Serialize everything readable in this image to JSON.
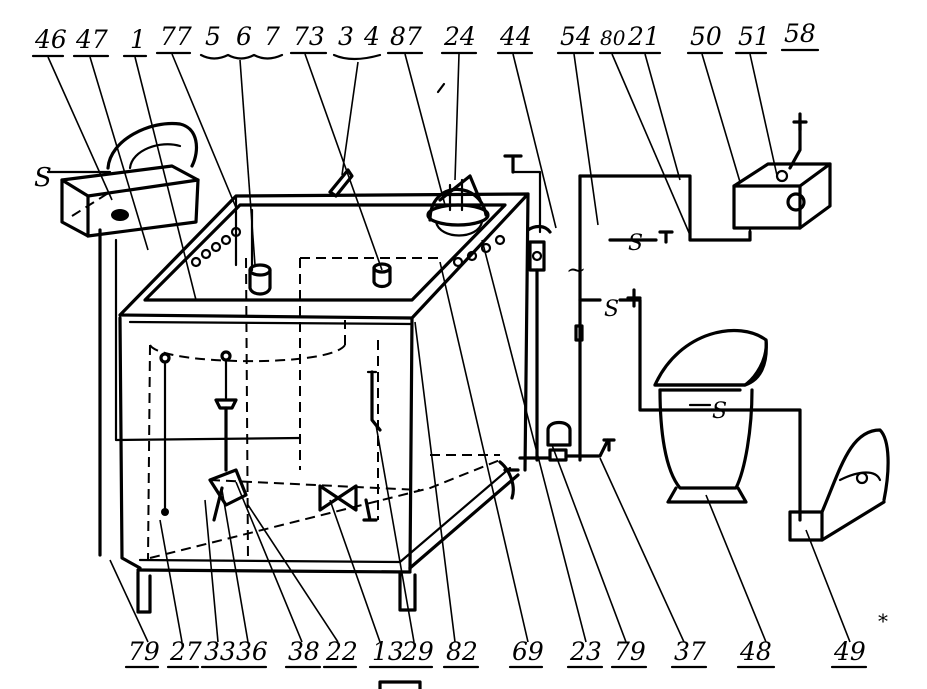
{
  "diagram": {
    "top_labels": [
      {
        "id": "lbl-46",
        "text": "46"
      },
      {
        "id": "lbl-47",
        "text": "47"
      },
      {
        "id": "lbl-1",
        "text": "1"
      },
      {
        "id": "lbl-77",
        "text": "77"
      },
      {
        "id": "lbl-5",
        "text": "5"
      },
      {
        "id": "lbl-6",
        "text": "6"
      },
      {
        "id": "lbl-7a",
        "text": "7"
      },
      {
        "id": "lbl-73",
        "text": "73"
      },
      {
        "id": "lbl-3",
        "text": "3"
      },
      {
        "id": "lbl-4",
        "text": "4"
      },
      {
        "id": "lbl-87",
        "text": "87"
      },
      {
        "id": "lbl-24",
        "text": "24"
      },
      {
        "id": "lbl-44",
        "text": "44"
      },
      {
        "id": "lbl-54",
        "text": "54"
      },
      {
        "id": "lbl-80",
        "text": "80"
      },
      {
        "id": "lbl-21",
        "text": "21"
      },
      {
        "id": "lbl-50",
        "text": "50"
      },
      {
        "id": "lbl-51",
        "text": "51"
      },
      {
        "id": "lbl-58",
        "text": "58"
      }
    ],
    "bottom_labels": [
      {
        "id": "lbl-79a",
        "text": "79"
      },
      {
        "id": "lbl-27",
        "text": "27"
      },
      {
        "id": "lbl-33",
        "text": "33"
      },
      {
        "id": "lbl-36",
        "text": "36"
      },
      {
        "id": "lbl-38",
        "text": "38"
      },
      {
        "id": "lbl-22",
        "text": "22"
      },
      {
        "id": "lbl-13",
        "text": "13"
      },
      {
        "id": "lbl-29",
        "text": "29"
      },
      {
        "id": "lbl-82",
        "text": "82"
      },
      {
        "id": "lbl-69",
        "text": "69"
      },
      {
        "id": "lbl-23",
        "text": "23"
      },
      {
        "id": "lbl-79b",
        "text": "79"
      },
      {
        "id": "lbl-37",
        "text": "37"
      },
      {
        "id": "lbl-48",
        "text": "48"
      },
      {
        "id": "lbl-49",
        "text": "49"
      }
    ],
    "marks": {
      "s_left": "S",
      "s_pipe_right": "S",
      "s_pipe_mid": "S",
      "s_pipe_tub": "S",
      "tilde": "~",
      "star": "*"
    }
  }
}
